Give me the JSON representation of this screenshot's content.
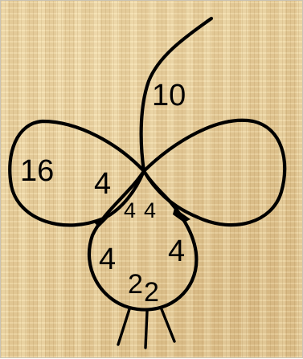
{
  "background_color": "#ebd3a0",
  "line_color": "#000000",
  "labels": {
    "stem": "10",
    "left_ring": "16",
    "left_ring_inner": "4",
    "center_left": "4",
    "center_right": "4",
    "bottom_ring_left": "4",
    "bottom_ring_right": "4",
    "bottom_ring_mid_left": "2",
    "bottom_ring_mid_right": "2"
  }
}
